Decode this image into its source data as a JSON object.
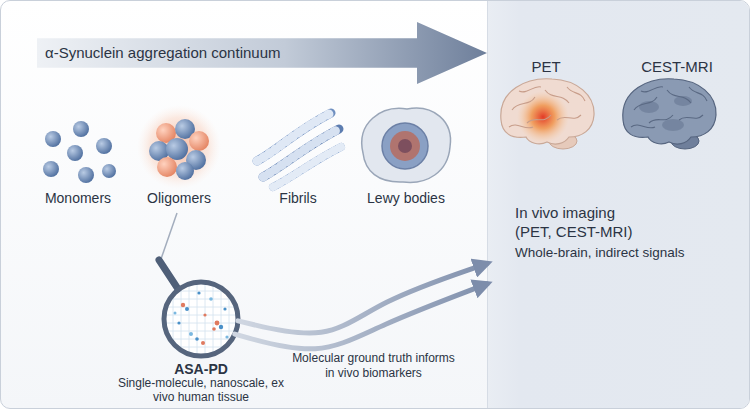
{
  "diagram": {
    "nodes": [
      {
        "text": [
          "α-Synuclein aggregation continuum"
        ]
      },
      {
        "text": [
          "ASA-PD",
          "Single-molecule, nanoscale, ex vivo human tissue"
        ]
      },
      {
        "text": [
          "In vivo imaging (PET, CEST-MRI)",
          "Whole-brain, indirect signals"
        ]
      }
    ],
    "edges": [
      {
        "from": 1,
        "to": 2,
        "arrow": "to",
        "label": "Molecular ground truth informs in vivo biomarkers"
      },
      {
        "from": 1,
        "to": 2,
        "arrow": "to"
      }
    ],
    "labels": [
      "Monomers",
      "Oligomers",
      "Fibrils",
      "Lewy bodies",
      "PET",
      "CEST-MRI"
    ]
  }
}
